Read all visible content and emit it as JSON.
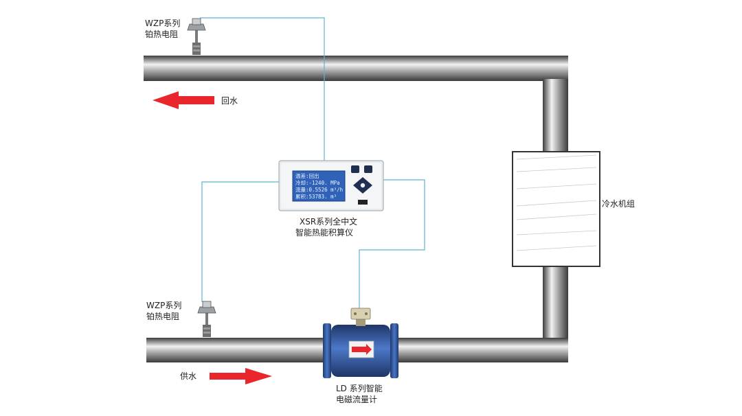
{
  "labels": {
    "return_sensor": [
      "WZP系列",
      "铂热电阻"
    ],
    "return_water": "回水",
    "supply_sensor": [
      "WZP系列",
      "铂热电阻"
    ],
    "supply_water": "供水",
    "calculator": [
      "XSR系列全中文",
      "智能热能积算仪"
    ],
    "flowmeter": [
      "LD 系列智能",
      "电磁流量计"
    ],
    "chiller": "冷水机组"
  },
  "display_screen": {
    "lines": [
      "温差:回出",
      "冷却:-1240.  MPa",
      "流量:0.5526  m³/h",
      "累积:53783.  m³"
    ]
  },
  "colors": {
    "pipe": "#8c8c8c",
    "arrow": "#e8262b",
    "wire": "#5fb3cf",
    "flange": "#2c4f8f",
    "screen": "#2f62b8"
  }
}
